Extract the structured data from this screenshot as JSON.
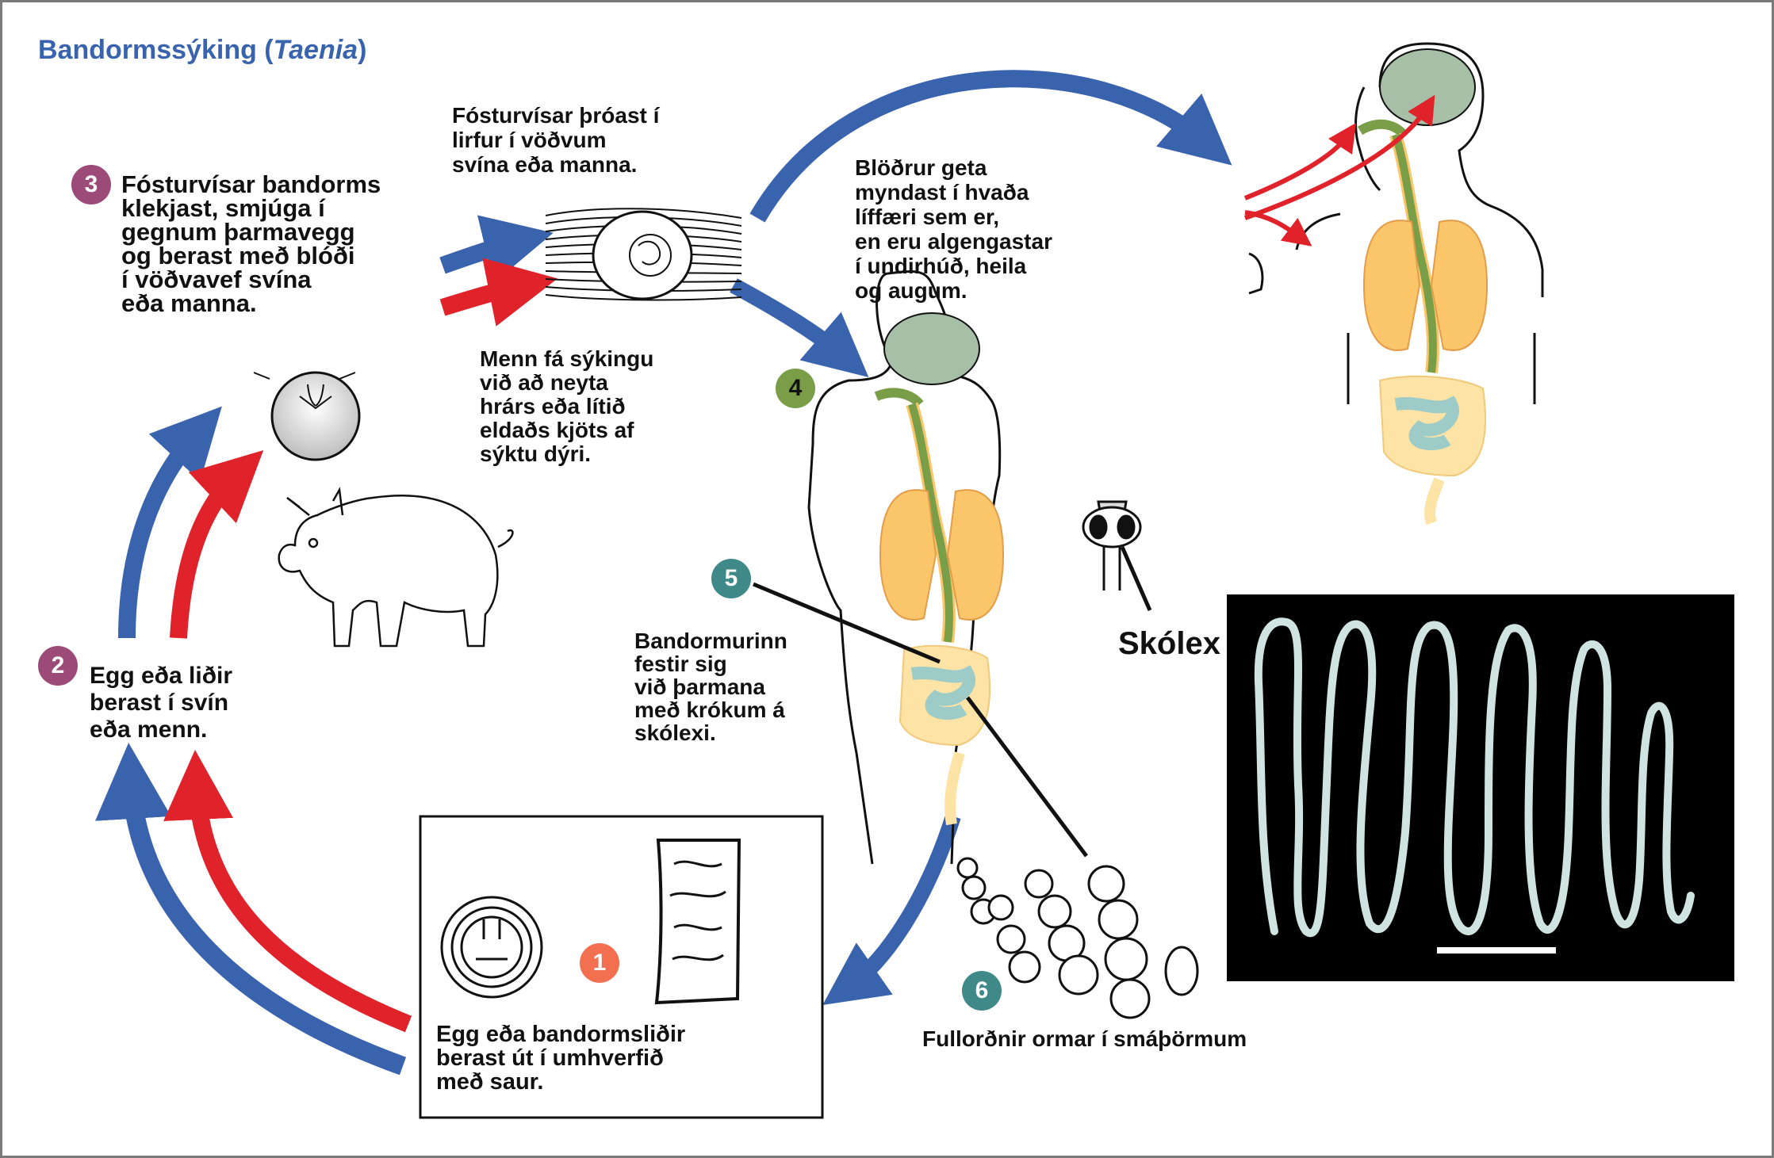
{
  "title": {
    "main": "Bandormssýking (",
    "italic": "Taenia",
    "close": ")"
  },
  "steps": [
    {
      "number": "1",
      "color": "#f26f4f",
      "text": "Egg eða bandormsliðir\nberast út í umhverfið\nmeð saur."
    },
    {
      "number": "2",
      "color": "#9c4a78",
      "text": "Egg eða liðir\nberast í svín\neða menn."
    },
    {
      "number": "3",
      "color": "#9c4a78",
      "text": "Fósturvísar bandorms\nklekjast, smjúga í\ngegnum þarmavegg\nog berast með blóði\ní vöðvavef svína\neða manna."
    },
    {
      "number": "4",
      "color": "#7a9e48",
      "text": "Menn fá sýkingu\nvið að neyta\nhrárs eða lítið\neldaðs kjöts af\nsýktu dýri."
    },
    {
      "number": "5",
      "color": "#3f8a88",
      "text": "Bandormurinn\nfestir sig\nvið þarmana\nmeð krókum á\nskólexi."
    },
    {
      "number": "6",
      "color": "#3f8a88",
      "text": "Fullorðnir ormar í smáþörmum"
    }
  ],
  "notes": {
    "larvae": "Fósturvísar þróast í\nlirfur í vöðvum\nsvína eða manna.",
    "cysts": "Blöðrur geta\nmyndast í hvaða\nlíffæri sem er,\nen eru algengastar\ní undirhúð, heila\nog augum."
  },
  "scolex_label": "Skólex",
  "colors": {
    "title": "#3a63ad",
    "arrow_blue": "#3a63ad",
    "arrow_red": "#e0222b",
    "brain": "#a6bfa6",
    "lungs": "#fbc66a",
    "digestive": "#7a9e48",
    "intestine_small": "#9ccbc8",
    "intestine_large": "#fde3a6"
  }
}
